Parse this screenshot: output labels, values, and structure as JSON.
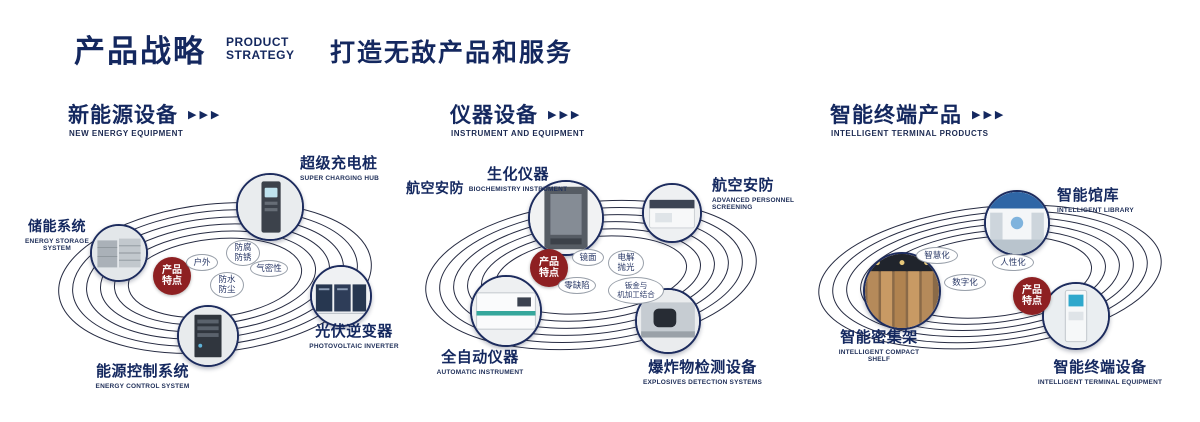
{
  "header": {
    "title_cn": "产品战略",
    "title_en_line1": "PRODUCT",
    "title_en_line2": "STRATEGY",
    "slogan": "打造无敌产品和服务"
  },
  "badge": {
    "line1": "产品",
    "line2": "特点"
  },
  "sections": [
    {
      "title_cn": "新能源设备",
      "title_en": "NEW ENERGY EQUIPMENT",
      "arrows": "▶▶▶",
      "products": [
        {
          "cn": "超级充电桩",
          "en": "SUPER CHARGING HUB"
        },
        {
          "cn": "储能系统",
          "en": "ENERGY STORAGE SYSTEM"
        },
        {
          "cn": "光伏逆变器",
          "en": "PHOTOVOLTAIC INVERTER"
        },
        {
          "cn": "能源控制系统",
          "en": "ENERGY CONTROL SYSTEM"
        }
      ],
      "features": [
        {
          "l1": "户外"
        },
        {
          "l1": "防腐",
          "l2": "防锈"
        },
        {
          "l1": "气密性"
        },
        {
          "l1": "防水",
          "l2": "防尘"
        }
      ]
    },
    {
      "title_cn": "仪器设备",
      "title_en": "INSTRUMENT AND EQUIPMENT",
      "arrows": "▶▶▶",
      "extra_label": "航空安防",
      "products": [
        {
          "cn": "生化仪器",
          "en": "BIOCHEMISTRY INSTRUMENT"
        },
        {
          "cn": "航空安防",
          "en": "ADVANCED PERSONNEL SCREENING"
        },
        {
          "cn": "全自动仪器",
          "en": "AUTOMATIC INSTRUMENT"
        },
        {
          "cn": "爆炸物检测设备",
          "en": "EXPLOSIVES DETECTION SYSTEMS"
        }
      ],
      "features": [
        {
          "l1": "镜面"
        },
        {
          "l1": "电解",
          "l2": "抛光"
        },
        {
          "l1": "零缺陷"
        },
        {
          "l1": "钣金与",
          "l2": "机加工结合"
        }
      ]
    },
    {
      "title_cn": "智能终端产品",
      "title_en": "INTELLIGENT TERMINAL PRODUCTS",
      "arrows": "▶▶▶",
      "products": [
        {
          "cn": "智能馆库",
          "en": "INTELLIGENT LIBRARY"
        },
        {
          "cn": "智能密集架",
          "en": "INTELLIGENT COMPACT SHELF"
        },
        {
          "cn": "智能终端设备",
          "en": "INTELLIGENT TERMINAL EQUIPMENT"
        }
      ],
      "features": [
        {
          "l1": "智慧化"
        },
        {
          "l1": "人性化"
        },
        {
          "l1": "数字化"
        }
      ]
    }
  ]
}
